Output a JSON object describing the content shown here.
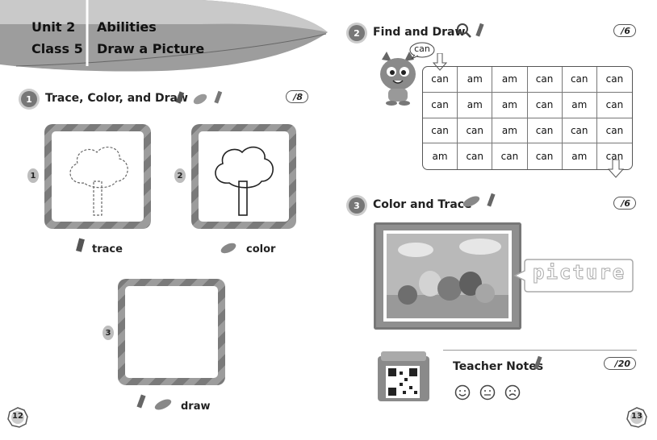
{
  "header": {
    "unit_label": "Unit 2",
    "unit_title": "Abilities",
    "class_label": "Class 5",
    "class_title": "Draw a Picture"
  },
  "section1": {
    "number": "1",
    "title": "Trace, Color, and Draw",
    "score": "/8",
    "items": [
      {
        "number": "1",
        "caption": "trace"
      },
      {
        "number": "2",
        "caption": "color"
      },
      {
        "number": "3",
        "caption": "draw"
      }
    ]
  },
  "section2": {
    "number": "2",
    "title": "Find and Draw",
    "score": "/6",
    "speech": "can",
    "grid": [
      [
        "can",
        "am",
        "am",
        "can",
        "can",
        "can"
      ],
      [
        "can",
        "am",
        "am",
        "can",
        "am",
        "can"
      ],
      [
        "can",
        "can",
        "am",
        "can",
        "can",
        "can"
      ],
      [
        "am",
        "can",
        "can",
        "can",
        "am",
        "can"
      ]
    ]
  },
  "section3": {
    "number": "3",
    "title": "Color and Trace",
    "score": "/6",
    "trace_word": "picture"
  },
  "notes": {
    "title": "Teacher Notes",
    "score": "/20"
  },
  "page_numbers": {
    "left": "12",
    "right": "13"
  }
}
